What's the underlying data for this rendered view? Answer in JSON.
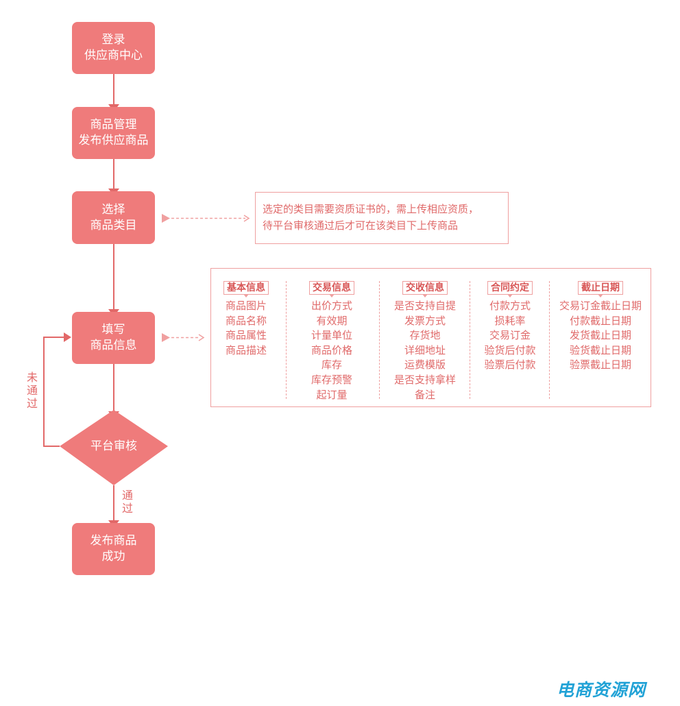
{
  "colors": {
    "node_fill": "#ef7b7b",
    "connector": "#e26868",
    "dashed_arrow": "#f0a0a0",
    "box_border": "#ef9f9f",
    "text_red": "#e06a6a",
    "watermark": "#21a2d6"
  },
  "flow": {
    "step1": {
      "line1": "登录",
      "line2": "供应商中心"
    },
    "step2": {
      "line1": "商品管理",
      "line2": "发布供应商品"
    },
    "step3": {
      "line1": "选择",
      "line2": "商品类目"
    },
    "step4": {
      "line1": "填写",
      "line2": "商品信息"
    },
    "review": {
      "label": "平台审核"
    },
    "step5": {
      "line1": "发布商品",
      "line2": "成功"
    },
    "edge_pass": "通过",
    "edge_fail": "未通过"
  },
  "note": {
    "line1": "选定的类目需要资质证书的，需上传相应资质，",
    "line2": "待平台审核通过后才可在该类目下上传商品"
  },
  "info_panel": {
    "columns": [
      {
        "title": "基本信息",
        "items": [
          "商品图片",
          "商品名称",
          "商品属性",
          "商品描述"
        ]
      },
      {
        "title": "交易信息",
        "items": [
          "出价方式",
          "有效期",
          "计量单位",
          "商品价格",
          "库存",
          "库存预警",
          "起订量"
        ]
      },
      {
        "title": "交收信息",
        "items": [
          "是否支持自提",
          "发票方式",
          "存货地",
          "详细地址",
          "运费模版",
          "是否支持拿样",
          "备注"
        ]
      },
      {
        "title": "合同约定",
        "items": [
          "付款方式",
          "损耗率",
          "交易订金",
          "验货后付款",
          "验票后付款"
        ]
      },
      {
        "title": "截止日期",
        "items": [
          "交易订金截止日期",
          "付款截止日期",
          "发货截止日期",
          "验货截止日期",
          "验票截止日期"
        ]
      }
    ]
  },
  "watermark": "电商资源网"
}
